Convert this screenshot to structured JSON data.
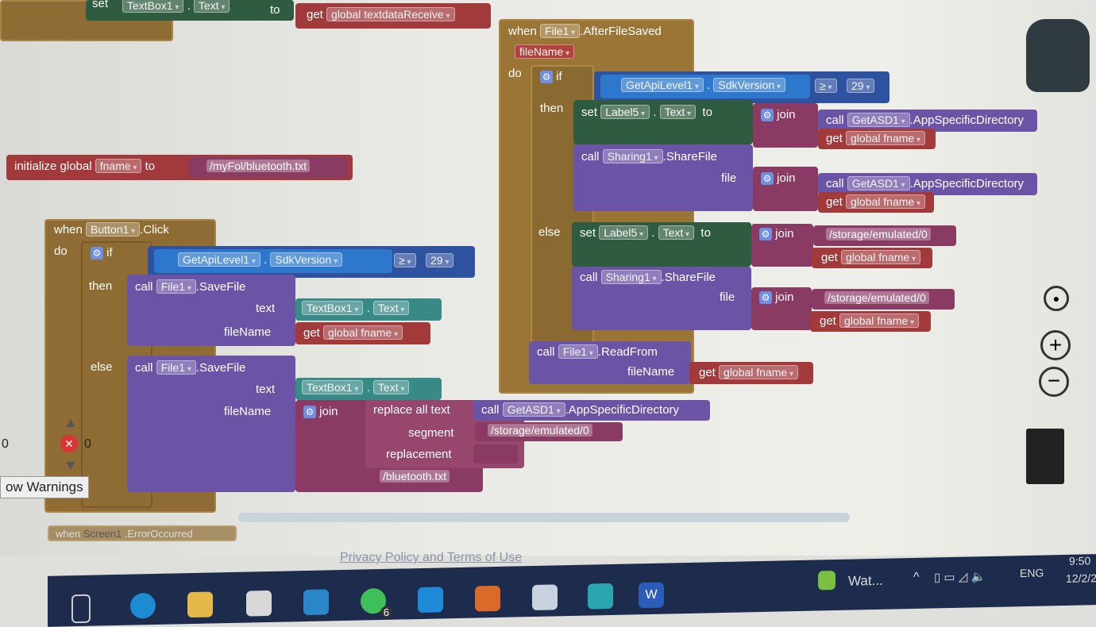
{
  "top_block": {
    "set": "set",
    "component": "TextBox1",
    "prop": "Text",
    "to": "to",
    "get": "get",
    "var": "global textdataReceive"
  },
  "init_global": {
    "label": "initialize global",
    "name": "fname",
    "to": "to",
    "value": "/myFol/bluetooth.txt"
  },
  "button_click": {
    "when": "when",
    "component": "Button1",
    "event": ".Click",
    "do": "do",
    "if": "if",
    "then": "then",
    "else": "else",
    "api_comp": "GetApiLevel1",
    "api_prop": "SdkVersion",
    "op": "≥",
    "num": "29",
    "call": "call",
    "file": "File1",
    "method": ".SaveFile",
    "text_label": "text",
    "filename_label": "fileName",
    "textbox": "TextBox1",
    "text_prop": "Text",
    "get": "get",
    "var": "global fname",
    "join": "join",
    "replace": "replace all text",
    "asd": "GetASD1",
    "asd_method": ".AppSpecificDirectory",
    "segment": "segment",
    "segment_val": "/storage/emulated/0",
    "replacement": "replacement",
    "replacement_val": " ",
    "suffix": "/bluetooth.txt"
  },
  "after_saved": {
    "when": "when",
    "component": "File1",
    "event": ".AfterFileSaved",
    "param": "fileName",
    "do": "do",
    "if": "if",
    "then": "then",
    "else": "else",
    "api_comp": "GetApiLevel1",
    "api_prop": "SdkVersion",
    "op": "≥",
    "num": "29",
    "set": "set",
    "label": "Label5",
    "prop": "Text",
    "to": "to",
    "join": "join",
    "call": "call",
    "asd": "GetASD1",
    "asd_method": ".AppSpecificDirectory",
    "get": "get",
    "var": "global fname",
    "sharing": "Sharing1",
    "share_method": ".ShareFile",
    "file_label": "file",
    "storage": "/storage/emulated/0",
    "file": "File1",
    "read_method": ".ReadFrom",
    "filename_label": "fileName"
  },
  "warnings": {
    "count_warn": "0",
    "count_err": "0",
    "toggle": "ow Warnings"
  },
  "bottom_block": {
    "when": "when",
    "component": "Screen1",
    "event": ".ErrorOccurred"
  },
  "footer_link": "Privacy Policy and Terms of Use",
  "taskbar": {
    "app": "Wat...",
    "lang": "ENG",
    "time": "9:50",
    "date": "12/2/2",
    "whatsapp_badge": "6"
  }
}
